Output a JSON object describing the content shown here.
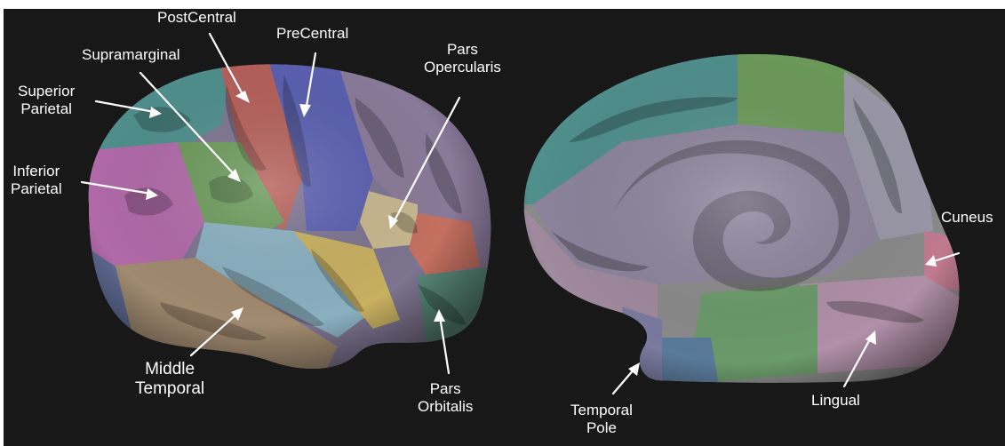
{
  "figure": {
    "background_color": "#181818",
    "label_color": "#ffffff",
    "views": [
      {
        "name": "lateral-view"
      },
      {
        "name": "medial-view"
      }
    ]
  },
  "labels": {
    "postcentral": "PostCentral",
    "precentral": "PreCentral",
    "supramarginal": "Supramarginal",
    "pars_opercularis_1": "Pars",
    "pars_opercularis_2": "Opercularis",
    "superior_parietal_1": "Superior",
    "superior_parietal_2": "Parietal",
    "inferior_parietal_1": "Inferior",
    "inferior_parietal_2": "Parietal",
    "middle_temporal_1": "Middle",
    "middle_temporal_2": "Temporal",
    "pars_orbitalis_1": "Pars",
    "pars_orbitalis_2": "Orbitalis",
    "cuneus": "Cuneus",
    "temporal_pole_1": "Temporal",
    "temporal_pole_2": "Pole",
    "lingual": "Lingual"
  },
  "region_colors": {
    "superior_parietal": "#4f8f8c",
    "inferior_parietal": "#b06aa8",
    "supramarginal": "#6b9a5a",
    "postcentral": "#b5605a",
    "precentral": "#5a5fb0",
    "pars_opercularis": "#c8b890",
    "pars_orbitalis": "#5a8a7a",
    "middle_temporal": "#a08a70",
    "superior_temporal": "#8ab0c0",
    "insula_yellow": "#c8b060",
    "frontal": "#8a7a9a",
    "cuneus": "#c07a90",
    "lingual": "#b090a8",
    "temporal_pole": "#7a7aa0",
    "cingulate": "#8c8c8c"
  }
}
